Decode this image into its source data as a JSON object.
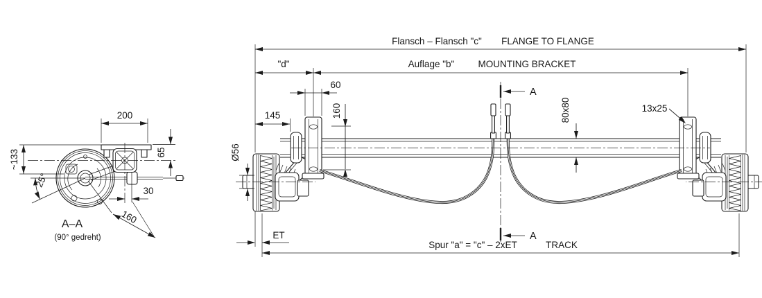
{
  "drawing": {
    "colors": {
      "line": "#1c1c1c",
      "background": "#ffffff"
    },
    "section_view": {
      "dims": {
        "width_200": "200",
        "height_65": "65",
        "offset_133": "~133",
        "angle_25": "25°",
        "offset_30": "30",
        "lever_160": "160"
      },
      "label": "A–A",
      "sublabel": "(90° gedreht)"
    },
    "main_view": {
      "top_dims": {
        "flange_de": "Flansch – Flansch \"c\"",
        "flange_en": "FLANGE TO FLANGE",
        "d_label": "\"d\"",
        "bracket_de": "Auflage \"b\"",
        "bracket_en": "MOUNTING BRACKET"
      },
      "dims": {
        "bracket_width_60": "60",
        "bracket_height_160": "160",
        "flange_to_bracket_145": "145",
        "hub_diameter": "Ø56",
        "tube_size": "80x80",
        "slot_size": "13x25",
        "offset_et": "ET"
      },
      "section_marker": "A",
      "bottom_dims": {
        "track_de": "Spur \"a\" = \"c\" – 2xET",
        "track_en": "TRACK"
      }
    }
  }
}
